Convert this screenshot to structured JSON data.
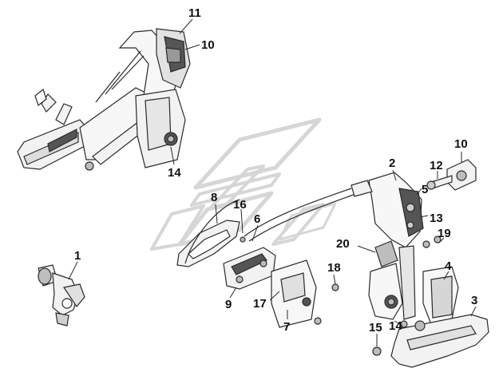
{
  "diagram": {
    "callouts": {
      "n1": "1",
      "n2": "2",
      "n3": "3",
      "n4": "4",
      "n5": "5",
      "n6": "6",
      "n7": "7",
      "n8": "8",
      "n9": "9",
      "n10a": "10",
      "n10b": "10",
      "n11": "11",
      "n12": "12",
      "n13": "13",
      "n14a": "14",
      "n14b": "14",
      "n15": "15",
      "n16": "16",
      "n17": "17",
      "n18": "18",
      "n19": "19",
      "n20": "20"
    },
    "colors": {
      "line": "#2a2a2a",
      "part_fill": "#f2f2f2",
      "part_shade": "#bdbdbd",
      "watermark": "#d6d6d6"
    }
  }
}
